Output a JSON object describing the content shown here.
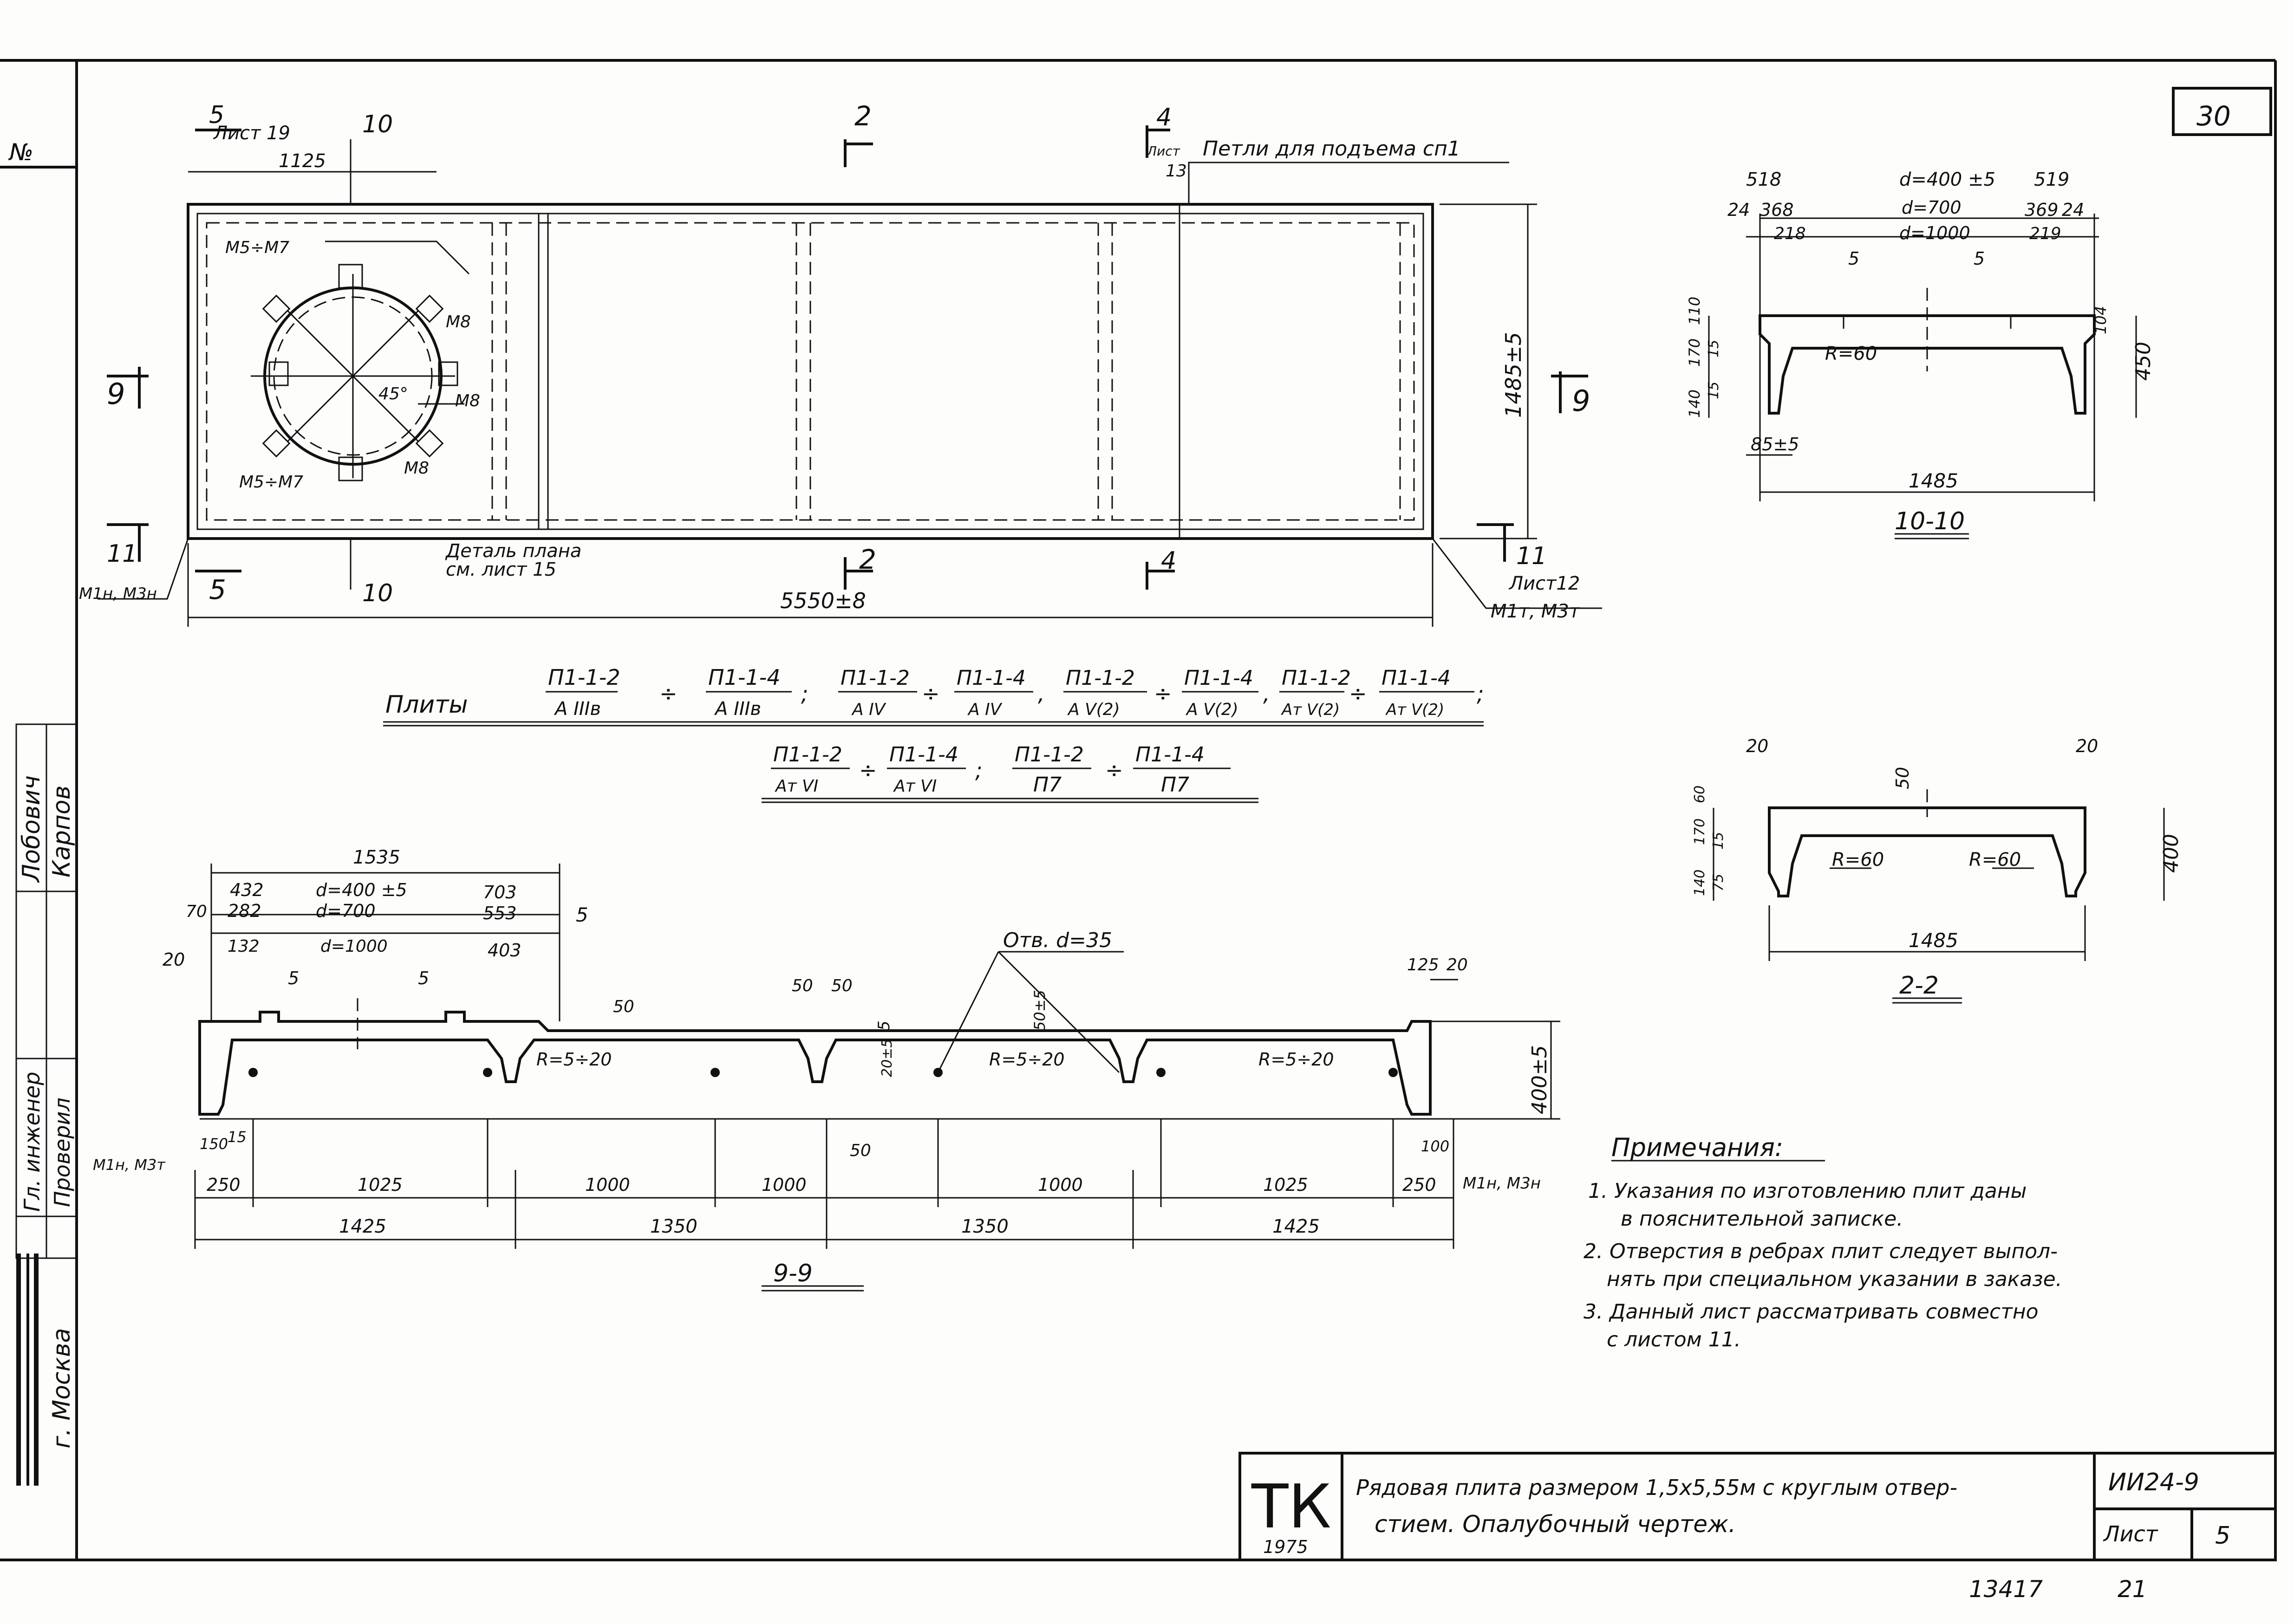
{
  "sheet": {
    "page_number": "30",
    "corner_no_label": "№",
    "designation_top": "13417",
    "designation_top_2": "21"
  },
  "plan": {
    "section_marks": [
      "5",
      "10",
      "2",
      "4",
      "9",
      "9",
      "11",
      "11",
      "5",
      "10",
      "2",
      "4"
    ],
    "label_list19": "Лист 19",
    "dim_1125": "1125",
    "label_loops": "Петли для подъема сп1",
    "label_list13_a": "Лист",
    "label_list13_b": "13",
    "label_m5m7_top": "М5÷М7",
    "label_m5m7_bottom": "М5÷М7",
    "label_m8_a": "М8",
    "label_m8_b": "М8",
    "label_m8_c": "М8",
    "label_angle": "45°",
    "dim_height": "1485±5",
    "label_detail_a": "Деталь плана",
    "label_detail_b": "см. лист 15",
    "dim_length": "5550±8",
    "label_list12": "Лист12",
    "label_m1t": "М1т, М3т",
    "label_m1n": "М1н, М3н"
  },
  "section_10": {
    "title": "10-10",
    "dim_518": "518",
    "dim_d400": "d=400 ±5",
    "dim_519": "519",
    "dim_24a": "24",
    "dim_368": "368",
    "dim_d700": "d=700",
    "dim_369": "369",
    "dim_24b": "24",
    "dim_218": "218",
    "dim_d1000": "d=1000",
    "dim_219": "219",
    "dim_5a": "5",
    "dim_5b": "5",
    "dim_110": "110",
    "dim_15a": "15",
    "dim_170": "170",
    "dim_15b": "15",
    "dim_140": "140",
    "dim_104": "104",
    "dim_450": "450",
    "radius": "R=60",
    "dim_85": "85±5",
    "dim_1485": "1485"
  },
  "section_2": {
    "title": "2-2",
    "dim_20a": "20",
    "dim_50": "50",
    "dim_20b": "20",
    "dim_60": "60",
    "dim_170": "170",
    "dim_15": "15",
    "dim_140": "140",
    "dim_75": "75",
    "dim_400": "400",
    "radius_a": "R=60",
    "radius_b": "R=60",
    "dim_1485": "1485"
  },
  "section_9": {
    "title": "9-9",
    "dim_1535": "1535",
    "dim_432": "432",
    "dim_d400": "d=400 ±5",
    "dim_703": "703",
    "dim_70": "70",
    "dim_282": "282",
    "dim_d700": "d=700",
    "dim_553": "553",
    "dim_5a": "5",
    "dim_20a": "20",
    "dim_132": "132",
    "dim_d1000": "d=1000",
    "dim_403": "403",
    "dim_5b": "5",
    "dim_5c": "5",
    "dim_hole": "Отв. d=35",
    "dim_50a": "50",
    "dim_50b": "50",
    "dim_50c": "50",
    "dim_50pm": "50±5",
    "dim_5d": "5",
    "dim_125": "125",
    "dim_20b": "20",
    "radius_a": "R=5÷20",
    "radius_b": "R=5÷20",
    "radius_c": "R=5÷20",
    "dim_20pm": "20±5",
    "dim_400": "400±5",
    "dim_150": "150",
    "dim_15": "15",
    "dim_50d": "50",
    "dim_100": "100",
    "label_m1n_left": "М1н, М3т",
    "label_m1n_right": "М1н, М3н",
    "bottom_dims": [
      "250",
      "1025",
      "1000",
      "1000",
      "1000",
      "1025",
      "250"
    ],
    "total_dims": [
      "1425",
      "1350",
      "1350",
      "1425"
    ]
  },
  "plates": {
    "label": "Плиты",
    "row1": [
      {
        "num": "П1-1-2",
        "den": "А IIIв"
      },
      {
        "num": "П1-1-4",
        "den": "А IIIв"
      },
      {
        "num": "П1-1-2",
        "den": "А IV"
      },
      {
        "num": "П1-1-4",
        "den": "А IV"
      },
      {
        "num": "П1-1-2",
        "den": "А V(2)"
      },
      {
        "num": "П1-1-4",
        "den": "А V(2)"
      },
      {
        "num": "П1-1-2",
        "den": "Ат V(2)"
      },
      {
        "num": "П1-1-4",
        "den": "Ат V(2)"
      }
    ],
    "row2": [
      {
        "num": "П1-1-2",
        "den": "Ат VI"
      },
      {
        "num": "П1-1-4",
        "den": "Ат VI"
      },
      {
        "num": "П1-1-2",
        "den": "П7"
      },
      {
        "num": "П1-1-4",
        "den": "П7"
      }
    ]
  },
  "notes": {
    "title": "Примечания:",
    "items": [
      "1. Указания по изготовлению плит даны",
      "в пояснительной записке.",
      "2. Отверстия в ребрах плит следует выпол-",
      "нять при специальном указании в заказе.",
      "3. Данный лист рассматривать совместно",
      "с листом 11."
    ]
  },
  "left_stamp": {
    "col1": [
      "Лобович",
      "Карпов"
    ],
    "col2": [
      "Гл. инженер",
      "Проверил"
    ],
    "org": "г. Москва"
  },
  "title_block": {
    "logo": "ТК",
    "year": "1975",
    "title_line1": "Рядовая плита размером 1,5х5,55м с круглым отвер-",
    "title_line2": "стием. Опалубочный чертеж.",
    "code": "ИИ24-9",
    "sheet_label": "Лист",
    "sheet_no": "5"
  }
}
